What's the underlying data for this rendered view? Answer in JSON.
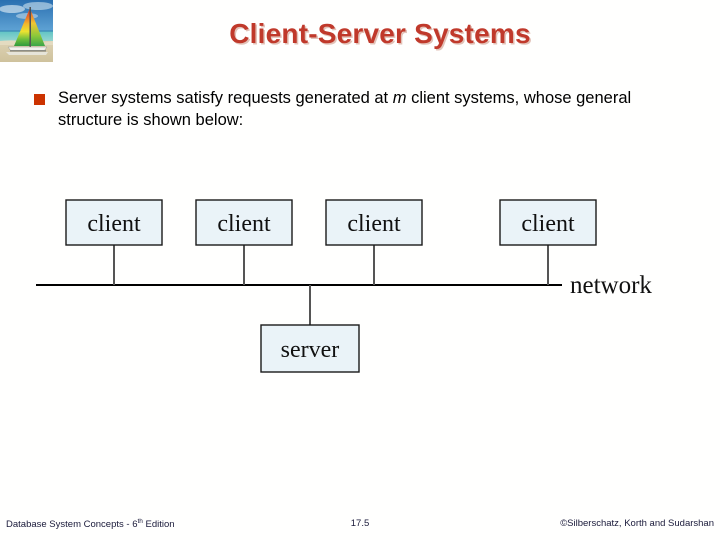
{
  "slide": {
    "title": "Client-Server Systems",
    "logo_icon": "sailboat-beach-photo-icon",
    "bullets": [
      {
        "marker": "square-bullet-icon",
        "text_part_1": "Server systems satisfy requests generated at ",
        "italic_var": "m",
        "text_part_2": " client systems, whose general structure is shown below:"
      }
    ]
  },
  "diagram": {
    "type": "client-server-network-topology",
    "clients": [
      {
        "label": "client"
      },
      {
        "label": "client"
      },
      {
        "label": "client"
      },
      {
        "label": "client"
      }
    ],
    "network_label": "network",
    "server": {
      "label": "server"
    },
    "colors": {
      "node_fill": "#eaf3f8",
      "node_stroke": "#1a1a1a",
      "bus_line": "#000000",
      "drop_line": "#555555"
    }
  },
  "footer": {
    "left_text": "Database System Concepts - 6",
    "left_sup": "th",
    "left_text_tail": " Edition",
    "slide_number": "17.5",
    "copyright": "©Silberschatz, Korth and Sudarshan"
  },
  "theme": {
    "title_color": "#C0392B",
    "bullet_color": "#CC3300",
    "background": "#ffffff",
    "footer_color": "#1a1a3a"
  }
}
